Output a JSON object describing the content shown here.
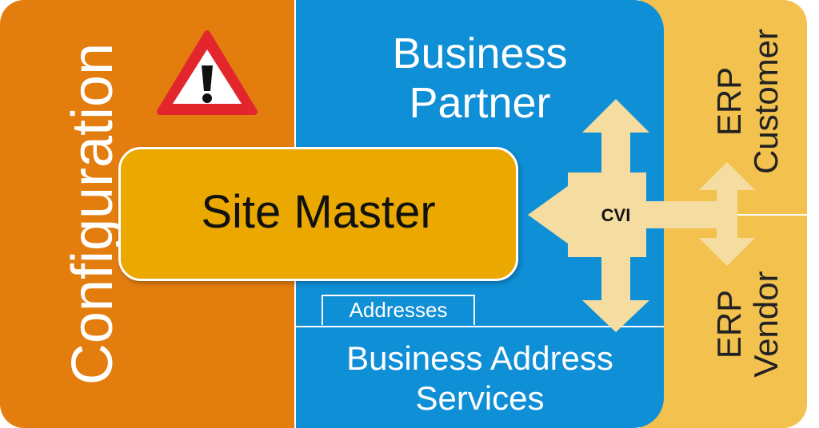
{
  "configuration": {
    "label": "Configuration"
  },
  "business_partner": {
    "title_line1": "Business",
    "title_line2": "Partner"
  },
  "site_master": {
    "label": "Site Master"
  },
  "cvi": {
    "label": "CVI"
  },
  "addresses": {
    "label": "Addresses"
  },
  "business_address_services": {
    "line1": "Business Address",
    "line2": "Services"
  },
  "erp_customer": {
    "line1": "ERP",
    "line2": "Customer"
  },
  "erp_vendor": {
    "line1": "ERP",
    "line2": "Vendor"
  },
  "icons": {
    "warning": "warning-triangle-icon",
    "cvi_arrows": "four-way-arrow-icon",
    "erp_arrows": "two-way-vertical-arrow-icon"
  },
  "colors": {
    "configuration": "#e37d0e",
    "business_partner": "#0f8fd6",
    "site_master": "#eaa800",
    "erp": "#f2c14e",
    "arrows": "#f5dca0",
    "warning_border": "#e3262c"
  }
}
